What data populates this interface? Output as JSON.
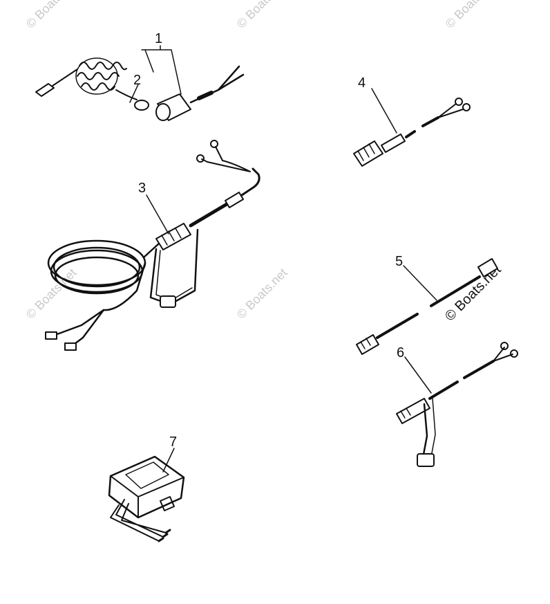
{
  "callouts": [
    "1",
    "2",
    "3",
    "4",
    "5",
    "6",
    "7"
  ],
  "watermark": {
    "faint_text": "© Boats.net",
    "dark_text": "© Boats.net"
  },
  "colors": {
    "ink": "#111111",
    "background": "#ffffff",
    "watermark_faint": "#c9c9c9"
  }
}
